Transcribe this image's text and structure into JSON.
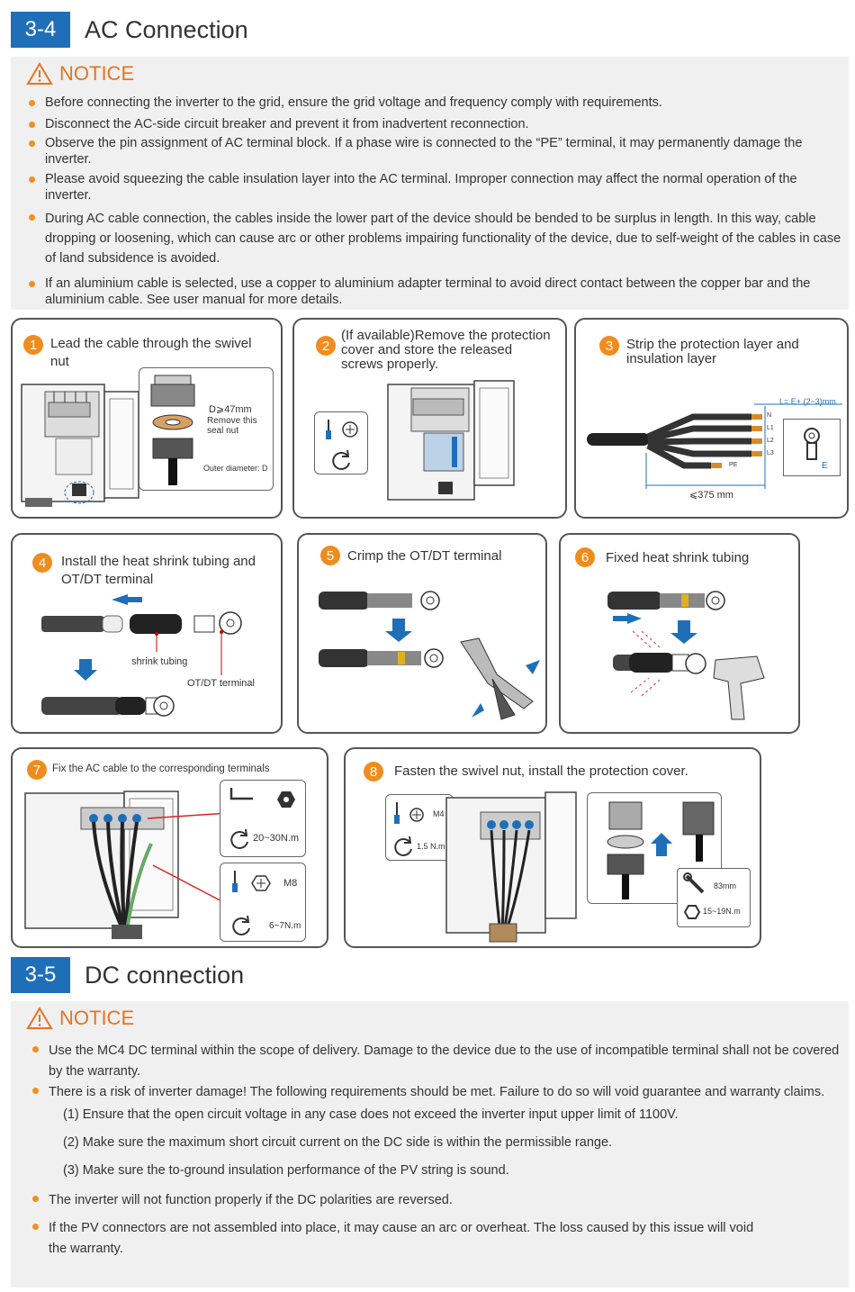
{
  "section_ac": {
    "number": "3-4",
    "title": "AC Connection"
  },
  "notice_ac": {
    "label": "NOTICE",
    "items": [
      "Before connecting the inverter to the grid, ensure the grid voltage and frequency comply with requirements.",
      "Disconnect the AC-side circuit breaker and prevent it from inadvertent reconnection.",
      "Observe the pin assignment of AC terminal block. If a phase wire is connected to the “PE” terminal, it may permanently damage the inverter.",
      "Please avoid squeezing the cable insulation layer into the AC terminal. Improper connection may affect the normal operation of the inverter.",
      "During AC cable connection, the cables inside the lower part of the device should be bended to be surplus in length. In this way, cable dropping or loosening, which can cause arc or other problems impairing functionality of the device, due to self-weight of the cables in case of land subsidence is avoided.",
      "If an aluminium cable is selected, use a copper to aluminium adapter terminal to avoid direct contact between the copper bar and the aluminium cable. See user manual for more details."
    ]
  },
  "steps": [
    {
      "num": "1",
      "text": "Lead the cable through the swivel nut",
      "labels": {
        "diameter": "D⩾47mm",
        "remove_seal": "Remove this seal nut",
        "outer_diameter": "Outer diameter: D"
      }
    },
    {
      "num": "2",
      "text": "(If available)Remove the protection cover and store the released screws properly."
    },
    {
      "num": "3",
      "text": "Strip the protection layer and insulation layer",
      "labels": {
        "length": "L= E+ (2~3)mm",
        "n": "N",
        "l1": "L1",
        "l2": "L2",
        "l3": "L3",
        "pe": "PE",
        "e": "E",
        "max": "⩽375 mm"
      }
    },
    {
      "num": "4",
      "text": "Install the heat shrink tubing and OT/DT terminal",
      "labels": {
        "shrink": "shrink tubing",
        "terminal": "OT/DT terminal"
      }
    },
    {
      "num": "5",
      "text": "Crimp the OT/DT terminal"
    },
    {
      "num": "6",
      "text": "Fixed heat shrink tubing"
    },
    {
      "num": "7",
      "text": "Fix the AC cable to the corresponding terminals",
      "labels": {
        "torque1": "20~30N.m",
        "screw": "M8",
        "torque2": "6~7N.m"
      }
    },
    {
      "num": "8",
      "text": "Fasten the swivel nut, install the protection cover.",
      "labels": {
        "screw": "M4",
        "torque1": "1.5 N.m",
        "wrench": "83mm",
        "torque2": "15~19N.m"
      }
    }
  ],
  "section_dc": {
    "number": "3-5",
    "title": "DC connection"
  },
  "notice_dc": {
    "label": "NOTICE",
    "items": [
      "Use the MC4 DC terminal within the scope of delivery. Damage to the device due to the use of incompatible terminal shall not be covered by the warranty.",
      "There is a risk of inverter damage! The following requirements should be met. Failure to do so will void guarantee and warranty claims.",
      "(1) Ensure that the open circuit voltage in any case does not exceed the inverter input upper limit of 1100V.",
      "(2) Make sure the maximum short circuit current on the DC side is within the permissible range.",
      "(3) Make sure the to-ground insulation performance of the PV string is sound.",
      "The inverter will not function properly if the DC polarities are reversed.",
      "If the PV connectors are not assembled into place, it may cause an arc or overheat. The loss caused by this issue will void the warranty."
    ]
  },
  "colors": {
    "section": "#1f6fb8",
    "accent": "#f08c1e",
    "notice": "#e8731f",
    "arrow": "#1f6fb8"
  }
}
